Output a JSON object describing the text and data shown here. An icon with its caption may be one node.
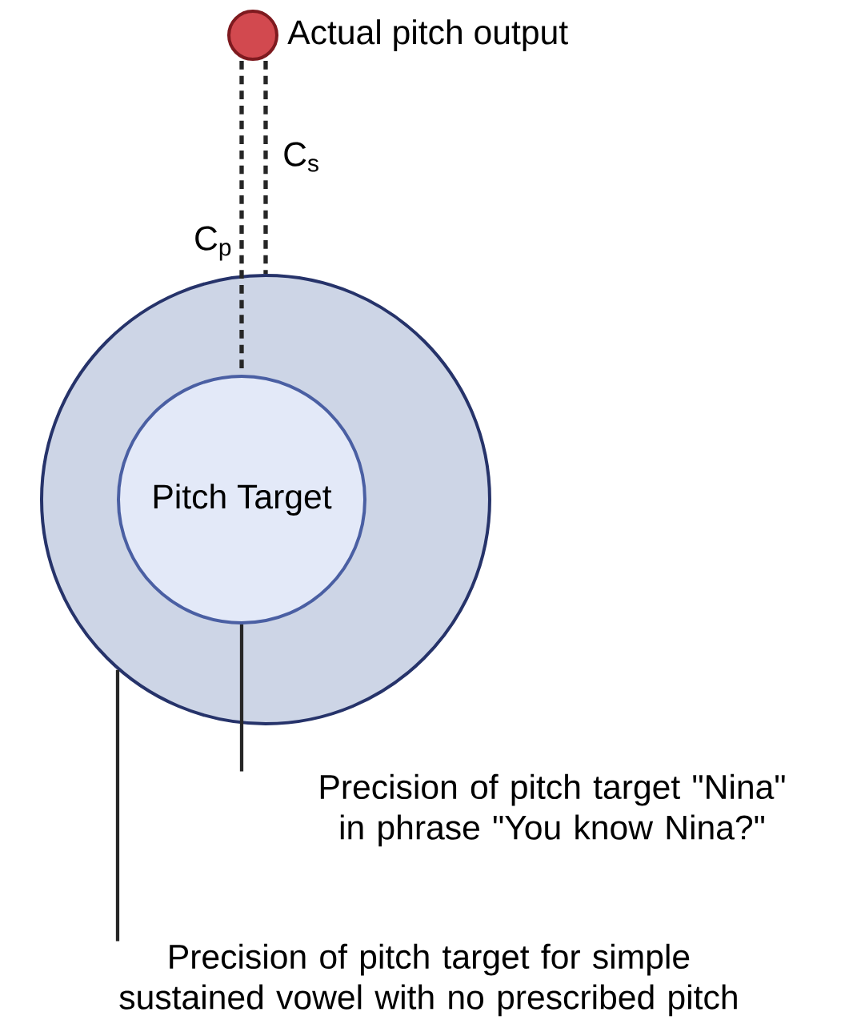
{
  "diagram": {
    "nodes": [
      {
        "text": [],
        "shape": "circle",
        "beside": [
          "Actual pitch output"
        ]
      },
      {
        "text": [],
        "shape": "circle"
      },
      {
        "text": [
          "Pitch Target"
        ],
        "in": 1
      },
      {
        "text": [
          "Precision of pitch target \"Nina\" in phrase \"You know Nina?\""
        ]
      },
      {
        "text": [
          "Precision of pitch target for simple sustained vowel with no prescribed pitch"
        ]
      }
    ],
    "edges": [
      {
        "from": 0,
        "to": 2,
        "arrow": "none",
        "style": "dashed",
        "label": "C$_{p}$"
      },
      {
        "from": 0,
        "to": 1,
        "arrow": "none",
        "style": "dashed",
        "label": "C$_{s}$"
      },
      {
        "from": 3,
        "to": 2,
        "arrow": "none"
      },
      {
        "from": 4,
        "to": 1,
        "arrow": "none"
      }
    ]
  }
}
